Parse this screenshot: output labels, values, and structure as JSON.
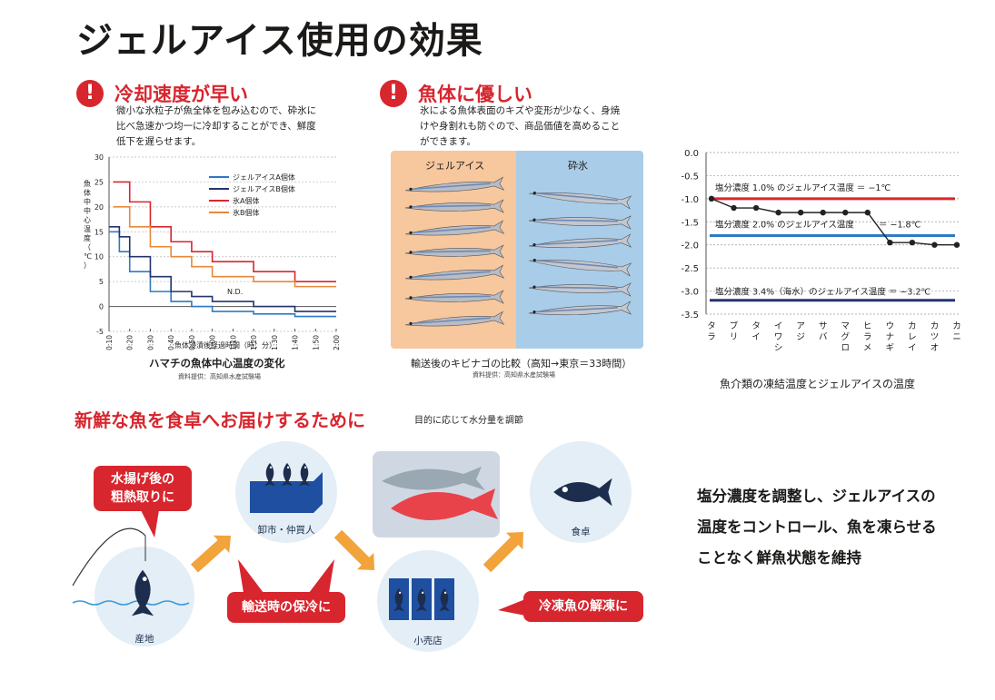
{
  "title": "ジェルアイス使用の効果",
  "section1": {
    "heading": "冷却速度が早い",
    "desc_lines": [
      "微小な氷粒子が魚全体を包み込むので、砕氷に",
      "比べ急速かつ均一に冷却することができ、鮮度",
      "低下を遅らせます。"
    ]
  },
  "section2": {
    "heading": "魚体に優しい",
    "desc_lines": [
      "氷による魚体表面のキズや変形が少なく、身焼",
      "けや身割れも防ぐので、商品価値を高めること",
      "ができます。"
    ],
    "photo_label_left": "ジェルアイス",
    "photo_label_right": "砕氷",
    "caption": "輸送後のキビナゴの比較（高知→東京＝33時間）",
    "source": "資料提供：高知県水産試験場"
  },
  "chart_cooling": {
    "type": "line",
    "ylabel": "魚体中中心温度（℃）",
    "xlabel": "魚体浸漬後経過時間（時：分）",
    "caption": "ハマチの魚体中心温度の変化",
    "source": "資料提供：高知県水産試験場",
    "nd_label": "N.D.",
    "ylim": [
      -5,
      30
    ],
    "yticks": [
      "30",
      "25",
      "20",
      "15",
      "10",
      "5",
      "0",
      "-5"
    ],
    "xticks": [
      "0:10",
      "0:20",
      "0:30",
      "0:40",
      "0:50",
      "1:00",
      "1:10",
      "1:20",
      "1:30",
      "1:40",
      "1:50",
      "2:00"
    ],
    "series": [
      {
        "name": "ジェルアイスA個体",
        "color": "#2f79c4",
        "x": [
          10,
          15,
          20,
          30,
          40,
          50,
          60,
          80,
          100,
          120
        ],
        "y": [
          15,
          11,
          7,
          3,
          1,
          0,
          -1,
          -1.5,
          -2,
          -2
        ]
      },
      {
        "name": "ジェルアイスB個体",
        "color": "#24346e",
        "x": [
          10,
          15,
          20,
          30,
          40,
          50,
          60,
          80,
          100,
          120
        ],
        "y": [
          16,
          14,
          10,
          6,
          3,
          2,
          1,
          0,
          -1,
          -1
        ]
      },
      {
        "name": "氷A個体",
        "color": "#d8262e",
        "x": [
          12,
          20,
          30,
          40,
          50,
          60,
          80,
          100,
          120
        ],
        "y": [
          25,
          21,
          16,
          13,
          11,
          9,
          7,
          5,
          5
        ]
      },
      {
        "name": "氷B個体",
        "color": "#e7893a",
        "x": [
          12,
          20,
          30,
          40,
          50,
          60,
          80,
          100,
          120
        ],
        "y": [
          20,
          16,
          12,
          10,
          8,
          6,
          5,
          4,
          4
        ]
      }
    ]
  },
  "chart_freezing": {
    "type": "line",
    "caption": "魚介類の凍結温度とジェルアイスの温度",
    "ylim": [
      -3.5,
      0
    ],
    "yticks": [
      "0.0",
      "-0.5",
      "-1.0",
      "-1.5",
      "-2.0",
      "-2.5",
      "-3.0",
      "-3.5"
    ],
    "categories": [
      "タラ",
      "ブリ",
      "タイ",
      "イワシ",
      "アジ",
      "サバ",
      "マグロ",
      "ヒラメ",
      "ウナギ",
      "カレイ",
      "カツオ",
      "カニ"
    ],
    "values": [
      -1.0,
      -1.2,
      -1.2,
      -1.3,
      -1.3,
      -1.3,
      -1.3,
      -1.3,
      -1.95,
      -1.95,
      -2.0,
      -2.0
    ],
    "reference_lines": [
      {
        "label": "塩分濃度 1.0% のジェルアイス温度 ＝ −1℃",
        "value": -1.0,
        "color": "#d8262e"
      },
      {
        "label": "塩分濃度 2.0% のジェルアイス温度",
        "label_value": "＝ −1.8℃",
        "value": -1.8,
        "color": "#2f79c4"
      },
      {
        "label": "塩分濃度 3.4%（海水）のジェルアイス温度 ＝ −3.2℃",
        "value": -3.2,
        "color": "#24346e"
      }
    ]
  },
  "band": {
    "heading": "新鮮な魚を食卓へお届けするために",
    "subheading": "目的に応じて水分量を調節",
    "stations": {
      "origin": "産地",
      "wholesale": "卸市・仲買人",
      "retail": "小売店",
      "table": "食卓"
    },
    "bubbles": {
      "landing": [
        "水揚げ後の",
        "粗熱取りに"
      ],
      "transport": "輸送時の保冷に",
      "thawing": "冷凍魚の解凍に"
    },
    "side_text": [
      "塩分濃度を調整し、ジェルアイスの",
      "温度をコントロール、魚を凍らせる",
      "ことなく鮮魚状態を維持"
    ]
  }
}
